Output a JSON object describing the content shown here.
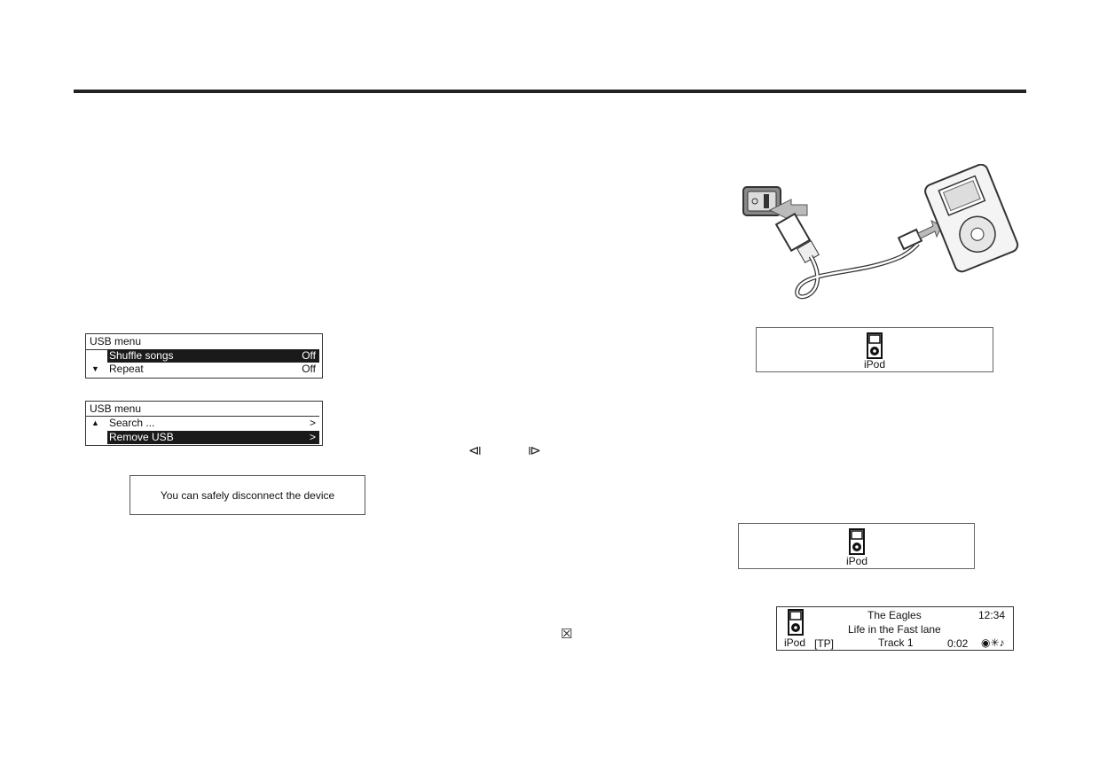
{
  "menus": [
    {
      "title": "USB menu",
      "items": [
        {
          "label": "Shuffle songs",
          "value": "Off",
          "selected": true
        },
        {
          "label": "Repeat",
          "value": "Off",
          "selected": false
        }
      ]
    },
    {
      "title": "USB menu",
      "items": [
        {
          "label": "Search ...",
          "value": ">",
          "selected": false
        },
        {
          "label": "Remove USB",
          "value": ">",
          "selected": true
        }
      ]
    }
  ],
  "message": "You can safely disconnect the device",
  "ipod_label": "iPod",
  "now_playing": {
    "artist": "The Eagles",
    "time": "12:34",
    "song": "Life in the Fast lane",
    "source": "iPod",
    "tp": "[TP]",
    "track": "Track 1",
    "elapsed": "0:02",
    "status_icons": "◉✳♪"
  },
  "glyphs": {
    "prev": "⧏",
    "next": "⧐",
    "mute": "☒"
  }
}
